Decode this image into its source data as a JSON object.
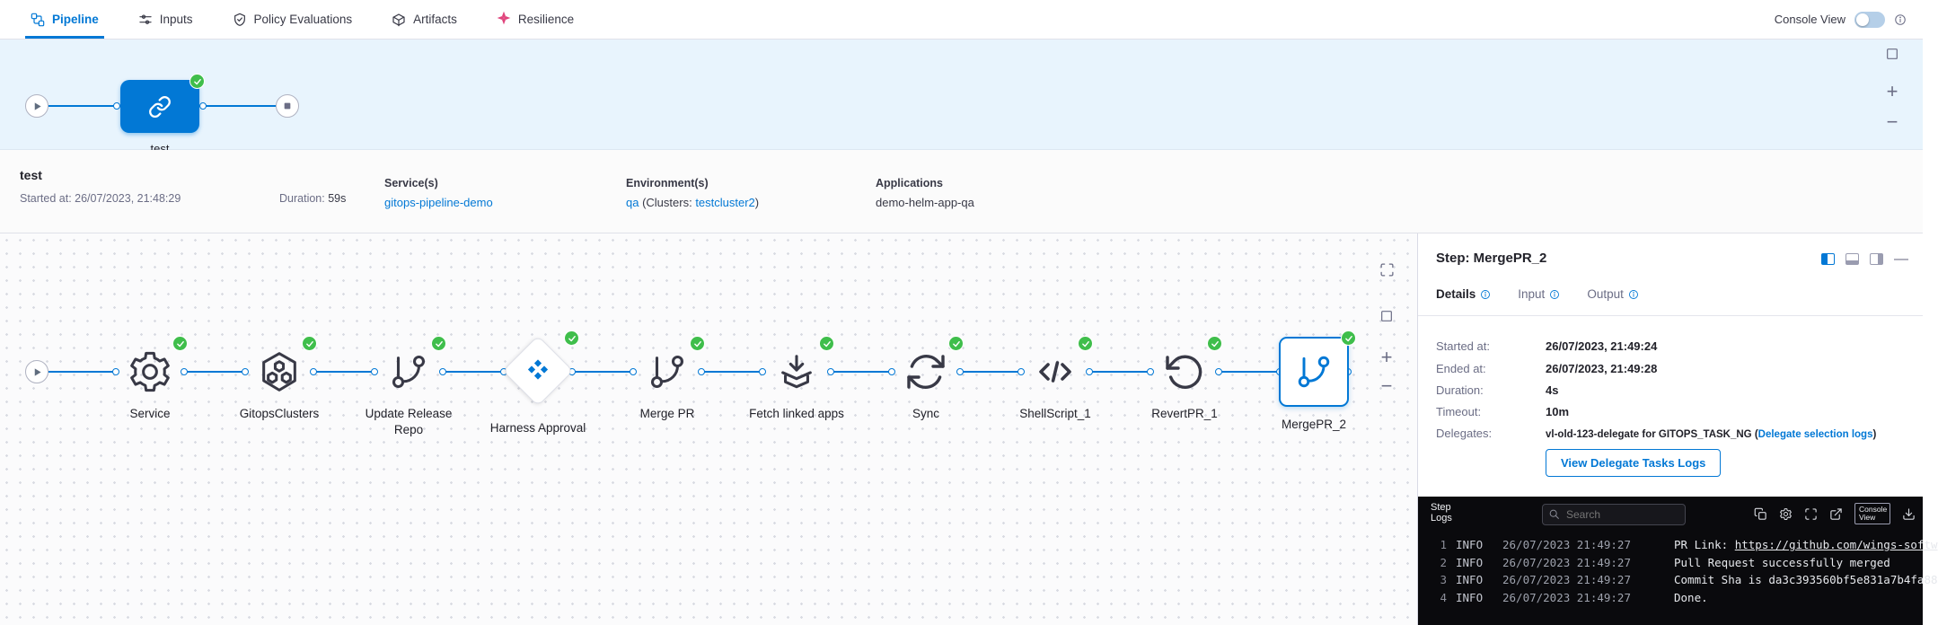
{
  "colors": {
    "accent": "#0278D5",
    "success": "#3FBE4B",
    "resilience_icon": "#E0447C"
  },
  "topnav": {
    "tabs": [
      {
        "label": "Pipeline"
      },
      {
        "label": "Inputs"
      },
      {
        "label": "Policy Evaluations"
      },
      {
        "label": "Artifacts"
      },
      {
        "label": "Resilience"
      }
    ],
    "console_view_label": "Console View"
  },
  "minimap": {
    "node_label": "test"
  },
  "meta": {
    "title": "test",
    "started": "Started at: 26/07/2023, 21:48:29",
    "duration_label": "Duration:",
    "duration_value": "59s",
    "services_heading": "Service(s)",
    "services_value": "gitops-pipeline-demo",
    "environments_heading": "Environment(s)",
    "env_link1": "qa",
    "env_mid": " (Clusters: ",
    "env_link2": "testcluster2",
    "env_end": ")",
    "applications_heading": "Applications",
    "applications_value": "demo-helm-app-qa"
  },
  "canvas": {
    "nodes": [
      {
        "label": "Service",
        "icon": "gear-icon",
        "status": "success"
      },
      {
        "label": "GitopsClusters",
        "icon": "clusters-icon",
        "status": "success"
      },
      {
        "label": "Update Release Repo",
        "icon": "git-branch-icon",
        "status": "success"
      },
      {
        "label": "Harness Approval",
        "icon": "harness-approval-icon",
        "status": "success"
      },
      {
        "label": "Merge PR",
        "icon": "git-branch-icon",
        "status": "success"
      },
      {
        "label": "Fetch linked apps",
        "icon": "fetch-apps-icon",
        "status": "success"
      },
      {
        "label": "Sync",
        "icon": "sync-icon",
        "status": "success"
      },
      {
        "label": "ShellScript_1",
        "icon": "code-icon",
        "status": "success"
      },
      {
        "label": "RevertPR_1",
        "icon": "revert-icon",
        "status": "success"
      },
      {
        "label": "MergePR_2",
        "icon": "git-branch-icon",
        "status": "success",
        "selected": true
      }
    ]
  },
  "panel": {
    "title": "Step: MergePR_2",
    "tabs": [
      {
        "label": "Details"
      },
      {
        "label": "Input"
      },
      {
        "label": "Output"
      }
    ],
    "fields": [
      {
        "label": "Started at:",
        "value": "26/07/2023, 21:49:24"
      },
      {
        "label": "Ended at:",
        "value": "26/07/2023, 21:49:28"
      },
      {
        "label": "Duration:",
        "value": "4s"
      },
      {
        "label": "Timeout:",
        "value": "10m"
      }
    ],
    "delegates_label": "Delegates:",
    "delegates_value": "vl-old-123-delegate for GITOPS_TASK_NG (",
    "delegates_link": "Delegate selection logs",
    "delegates_end": ")",
    "button_label": "View Delegate Tasks Logs"
  },
  "logs": {
    "title": "Step Logs",
    "search_placeholder": "Search",
    "console_view_label": "Console View",
    "lines": [
      {
        "num": "1",
        "level": "INFO",
        "time": "26/07/2023 21:49:27",
        "prefix": "PR Link: ",
        "link": "https://github.com/wings-softw",
        "message": ""
      },
      {
        "num": "2",
        "level": "INFO",
        "time": "26/07/2023 21:49:27",
        "message": "Pull Request successfully merged"
      },
      {
        "num": "3",
        "level": "INFO",
        "time": "26/07/2023 21:49:27",
        "message": "Commit Sha is da3c393560bf5e831a7b4fa88"
      },
      {
        "num": "4",
        "level": "INFO",
        "time": "26/07/2023 21:49:27",
        "message": "Done."
      }
    ]
  }
}
